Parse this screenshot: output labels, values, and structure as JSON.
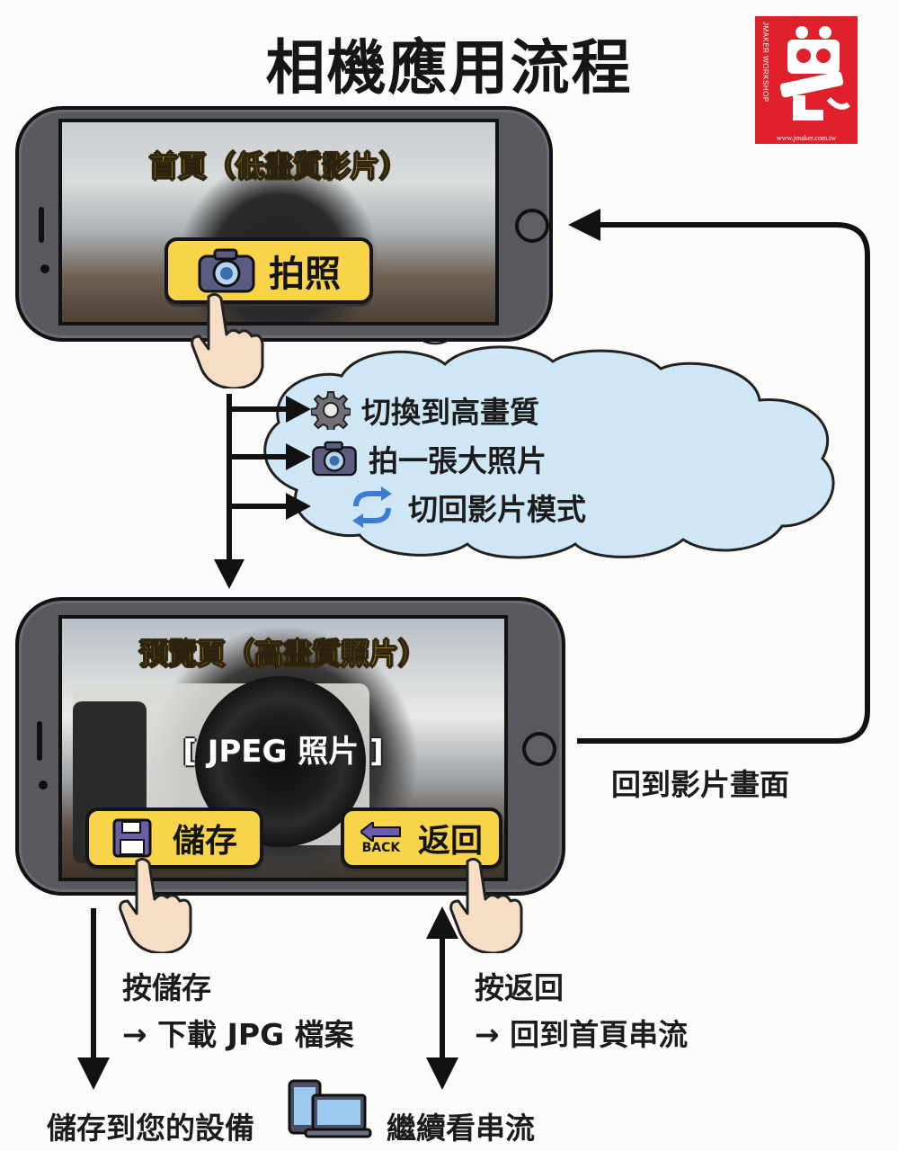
{
  "title": "相機應用流程",
  "logo": {
    "side_text": "JMAKER WORKSHOP",
    "url": "www.jmaker.com.tw"
  },
  "home_screen": {
    "title": "首頁（低畫質影片）",
    "capture_button": "拍照"
  },
  "steps": [
    {
      "icon": "gear-icon",
      "text": "切換到高畫質"
    },
    {
      "icon": "camera-icon",
      "text": "拍一張大照片"
    },
    {
      "icon": "sync-icon",
      "text": "切回影片模式"
    }
  ],
  "preview_screen": {
    "title": "預覽頁（高畫質照片）",
    "photo_label": "[ JPEG 照片 ]",
    "save_button": "儲存",
    "back_button": "返回",
    "back_icon_text": "BACK"
  },
  "return_label": "回到影片畫面",
  "save_flow": {
    "line1": "按儲存",
    "line2": "→ 下載 JPG 檔案",
    "result": "儲存到您的設備"
  },
  "back_flow": {
    "line1": "按返回",
    "line2": "→ 回到首頁串流",
    "result": "繼續看串流"
  },
  "colors": {
    "button_yellow": "#f7d449",
    "cloud_blue": "#cfe6f4",
    "logo_red": "#e0212b"
  }
}
